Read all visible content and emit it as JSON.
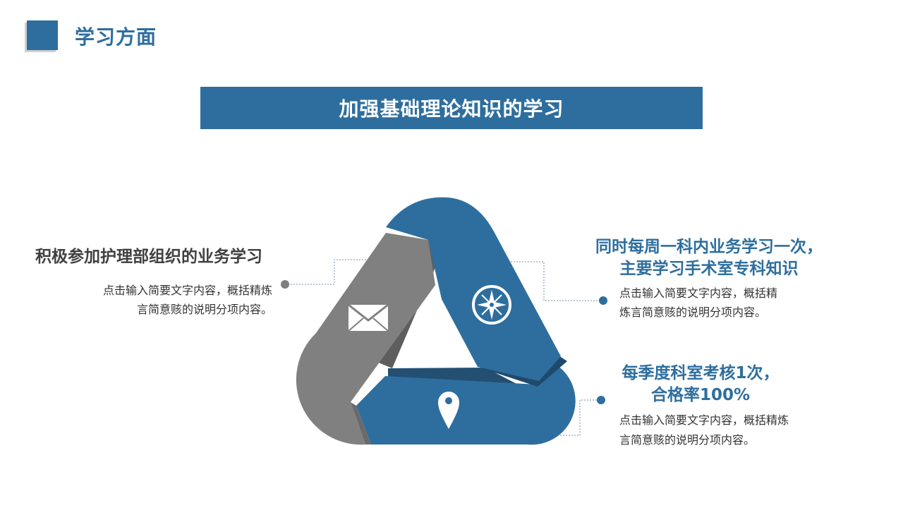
{
  "header": {
    "title": "学习方面"
  },
  "banner": {
    "text": "加强基础理论知识的学习"
  },
  "left": {
    "heading": "积极参加护理部组织的业务学习",
    "desc_line1": "点击输入简要文字内容，概括精炼",
    "desc_line2": "言简意赅的说明分项内容。"
  },
  "right_top": {
    "heading_line1": "同时每周一科内业务学习一次，",
    "heading_line2": "主要学习手术室专科知识",
    "desc_line1": "点击输入简要文字内容，概括精",
    "desc_line2": "炼言简意赅的说明分项内容。"
  },
  "right_bottom": {
    "heading_line1": "每季度科室考核1次，",
    "heading_line2": "合格率100%",
    "desc_line1": "点击输入简要文字内容，概括精炼",
    "desc_line2": "言简意赅的说明分项内容。"
  },
  "icons": {
    "left_arm": "mail-icon",
    "right_arm": "compass-icon",
    "bottom_arm": "location-pin-icon"
  },
  "colors": {
    "primary": "#2E6E9E",
    "gray_arm": "#808080",
    "text_dark": "#404040"
  }
}
